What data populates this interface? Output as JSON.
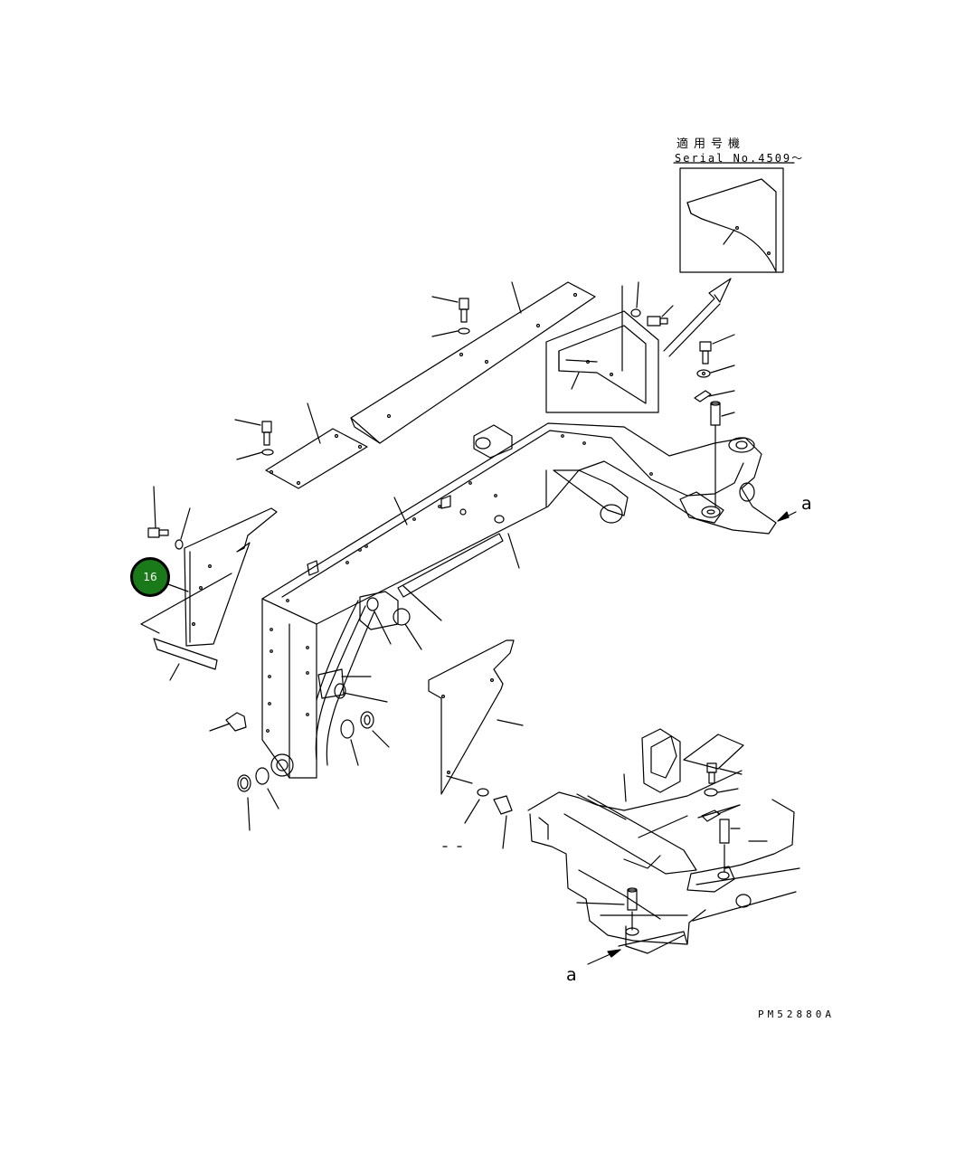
{
  "inset": {
    "applicable_label": "適用号機",
    "serial_label": "Serial No.4509～"
  },
  "references": {
    "right": "a",
    "bottom": "a"
  },
  "callout": {
    "number": "16",
    "color": "#1a7a1a"
  },
  "drawing_code": "PM52880A"
}
